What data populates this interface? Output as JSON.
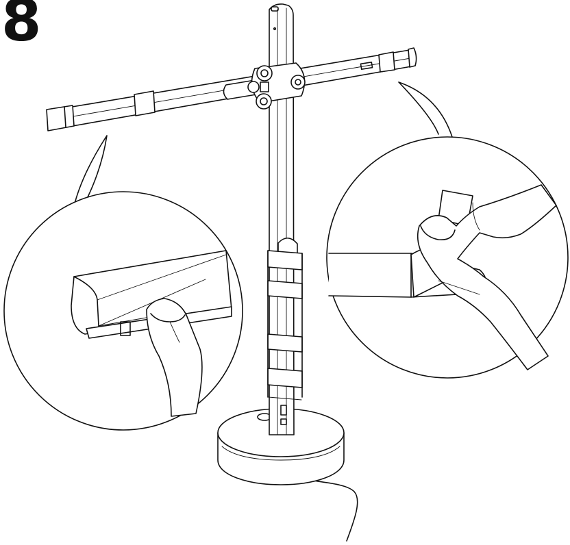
{
  "step": {
    "number": "8"
  },
  "illustration": {
    "subject": "lamp-assembly",
    "callouts": [
      {
        "name": "left-detail",
        "action": "remove-packaging-tape-from-arm-end"
      },
      {
        "name": "right-detail",
        "action": "peel-tape-strip"
      }
    ]
  },
  "colors": {
    "ink": "#111111",
    "paper": "#ffffff"
  }
}
